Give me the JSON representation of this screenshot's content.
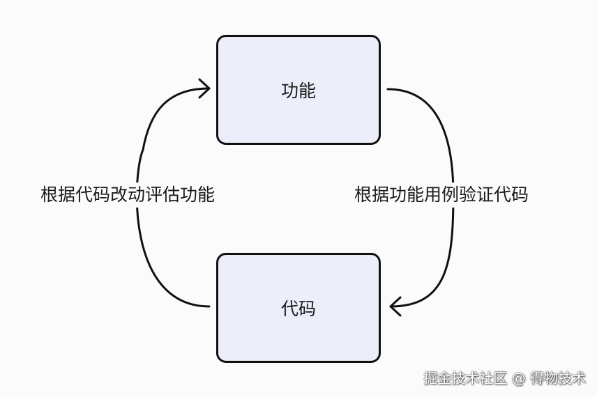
{
  "nodes": {
    "function": "功能",
    "code": "代码"
  },
  "edges": {
    "code_to_function": "根据代码改动评估功能",
    "function_to_code": "根据功能用例验证代码"
  },
  "watermark": "掘金技术社区 @ 得物技术",
  "colors": {
    "node_fill": "#eceef9",
    "stroke": "#111111",
    "background": "#fbfbfb"
  }
}
